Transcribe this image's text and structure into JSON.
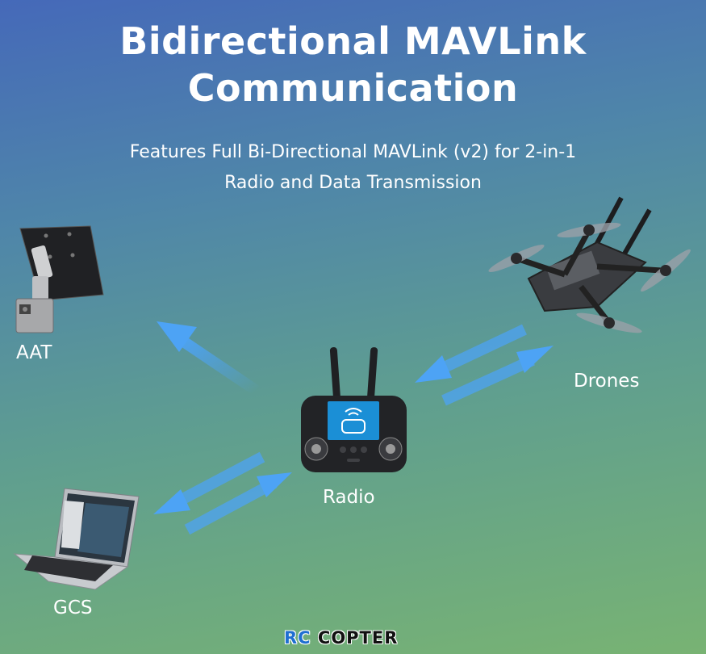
{
  "title_line1": "Bidirectional MAVLink",
  "title_line2": "Communication",
  "subtitle_line1": "Features Full Bi-Directional MAVLink (v2) for 2-in-1",
  "subtitle_line2": "Radio and Data Transmission",
  "nodes": {
    "aat": "AAT",
    "drones": "Drones",
    "radio": "Radio",
    "gcs": "GCS"
  },
  "logo": {
    "part1": "RC",
    "part2": "COPTER"
  },
  "colors": {
    "arrow": "#4da3f5",
    "device_dark": "#222326",
    "screen": "#1b8fd6"
  },
  "icons": [
    "antenna-tracker-icon",
    "drone-icon",
    "radio-controller-icon",
    "laptop-icon",
    "arrow-icon"
  ]
}
